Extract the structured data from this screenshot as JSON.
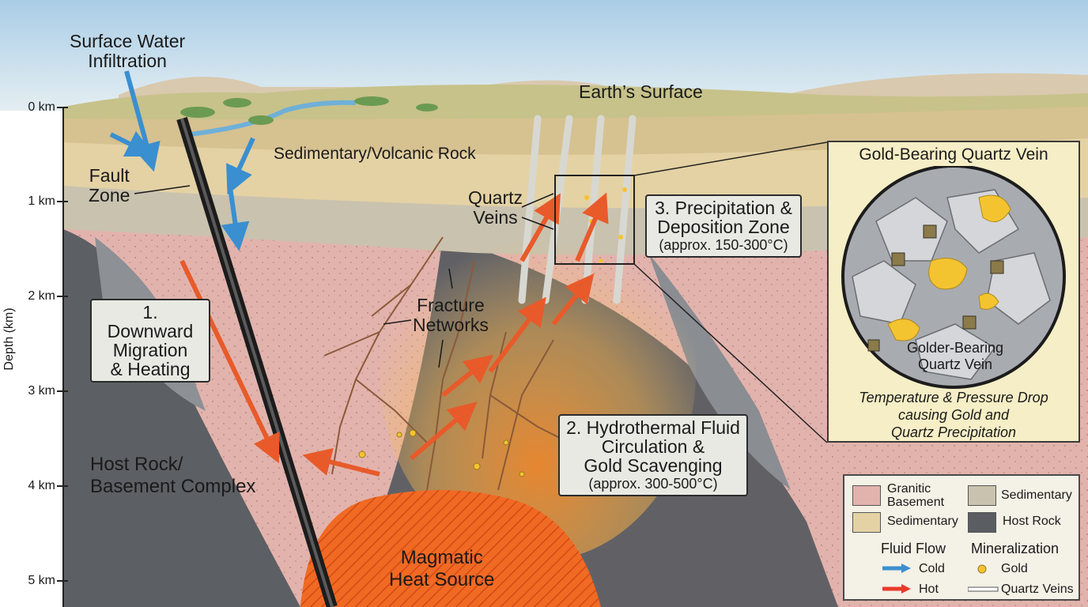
{
  "labels": {
    "surface_water": "Surface Water\nInfiltration",
    "earth_surface": "Earth’s Surface",
    "sedimentary_volcanic": "Sedimentary/Volcanic Rock",
    "fault_zone": "Fault\nZone",
    "quartz_veins": "Quartz\nVeins",
    "fracture_networks": "Fracture\nNetworks",
    "host_rock": "Host Rock/\nBasement Complex",
    "magmatic": "Magmatic\nHeat Source"
  },
  "callouts": {
    "step1": "1. Downward\nMigration\n& Heating",
    "step2_title": "2. Hydrothermal Fluid\nCirculation &\nGold Scavenging",
    "step2_temp": "(approx. 300-500°C)",
    "step3_title": "3. Precipitation &\nDeposition Zone",
    "step3_temp": "(approx. 150-300°C)"
  },
  "depth_axis": {
    "title": "Depth (km)",
    "ticks": [
      "0 km",
      "1 km",
      "2 km",
      "3 km",
      "4 km",
      "5 km"
    ]
  },
  "inset": {
    "title": "Gold-Bearing Quartz Vein",
    "inner_label": "Golder-Bearing\nQuartz Vein",
    "caption": "Temperature & Pressure Drop\ncausing Gold and\nQuartz Precipitation"
  },
  "legend": {
    "granitic": "Granitic\nBasement",
    "sedimentary_a": "Sedimentary",
    "sedimentary_b": "Sedimentary",
    "host_rock": "Host Rock",
    "fluid_flow": "Fluid Flow",
    "mineralization": "Mineralization",
    "cold": "Cold",
    "hot": "Hot",
    "gold": "Gold",
    "quartz_veins": "Quartz Veins"
  },
  "colors": {
    "sky": "#cfe3f0",
    "surface_land": "#c9c48a",
    "sediment": "#e4d2a4",
    "volcanic_band": "#c9c3b3",
    "granitic_basement": "#e2b3ad",
    "host_rock": "#55585c",
    "magma": "#f06a24",
    "cold_arrow": "#3a8fd0",
    "hot_arrow": "#e85a2a",
    "gold": "#f4c430"
  }
}
